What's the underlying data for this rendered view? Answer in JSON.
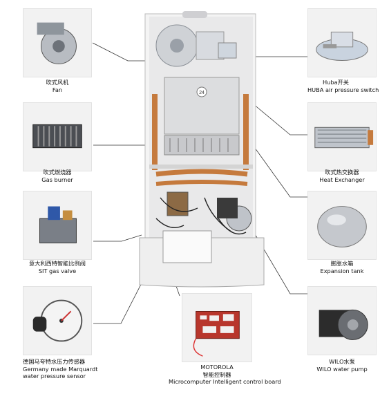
{
  "components": {
    "fan": {
      "cn": "吹式风机",
      "en": "Fan"
    },
    "huba": {
      "cn": "Huba开关",
      "en": "HUBA air pressure switch"
    },
    "burner": {
      "cn": "吹式燃烧器",
      "en": "Gas burner"
    },
    "heat_exchanger": {
      "cn": "吹式热交换器",
      "en": "Heat Exchanger"
    },
    "valve": {
      "cn": "意大利西特智能比例阀",
      "en": "SIT gas valve"
    },
    "expansion_tank": {
      "cn": "膨胀水箱",
      "en": "Expansion tank"
    },
    "sensor": {
      "cn": "德国马夸特水压力传感器",
      "en1": "Germany made Marquardt",
      "en2": "water pressure sensor"
    },
    "control_board": {
      "brand": "MOTOROLA",
      "cn": "智能控制器",
      "en": "Microcomputer Intelligent control board"
    },
    "pump": {
      "cn": "WILO水泵",
      "en": "WILO water pump"
    }
  },
  "boiler_badge": "24"
}
